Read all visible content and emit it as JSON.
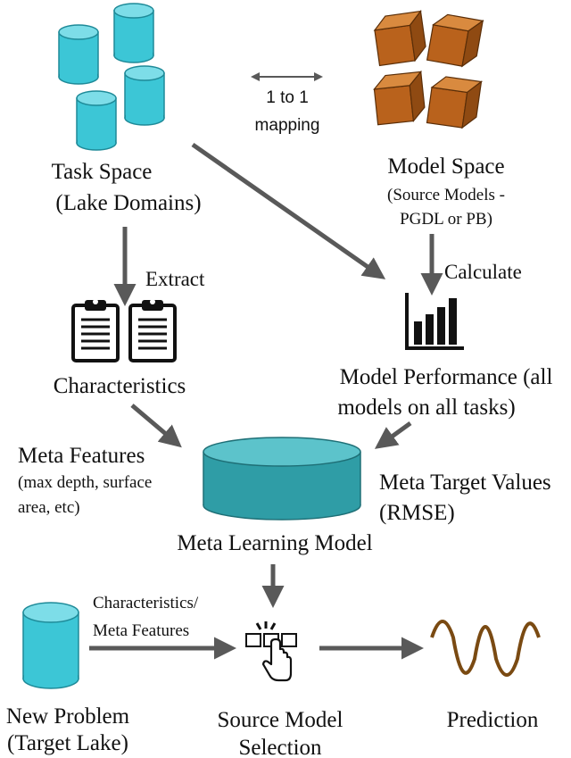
{
  "colors": {
    "cylinder_fill": "#3cc6d6",
    "cylinder_top": "#7ddde8",
    "cylinder_stroke": "#1e8a98",
    "cube_front": "#b9621c",
    "cube_top": "#d98a3f",
    "cube_side": "#8f4a12",
    "cube_stroke": "#5a2e08",
    "meta_db_fill": "#2f9da6",
    "meta_db_top": "#5cc3cb",
    "arrow": "#595959",
    "text": "#111111"
  },
  "icons": {
    "lakes": "cylinder-icon",
    "models": "cube-icon",
    "extract": "clipboard-icon",
    "performance": "bar-chart-icon",
    "meta_model": "database-icon",
    "selection": "hand-pointer-icon",
    "prediction": "sine-wave-icon"
  },
  "mapping": {
    "line1": "1 to 1",
    "line2": "mapping"
  },
  "task_space": {
    "line1": "Task Space",
    "line2": "(Lake Domains)"
  },
  "model_space": {
    "line1": "Model Space",
    "line2": "(Source Models -",
    "line3": "PGDL or PB)"
  },
  "extract_label": "Extract",
  "calculate_label": "Calculate",
  "characteristics_label": "Characteristics",
  "model_performance": {
    "line1": "Model Performance (all",
    "line2": "models on all tasks)"
  },
  "meta_features": {
    "line1": "Meta Features",
    "line2": "(max depth, surface",
    "line3": "area, etc)"
  },
  "meta_target": {
    "line1": "Meta Target Values",
    "line2": "(RMSE)"
  },
  "meta_learning_model_label": "Meta Learning Model",
  "char_meta_features": {
    "line1": "Characteristics/",
    "line2": "Meta Features"
  },
  "new_problem": {
    "line1": "New Problem",
    "line2": "(Target Lake)"
  },
  "source_selection": {
    "line1": "Source Model",
    "line2": "Selection"
  },
  "prediction_label": "Prediction"
}
